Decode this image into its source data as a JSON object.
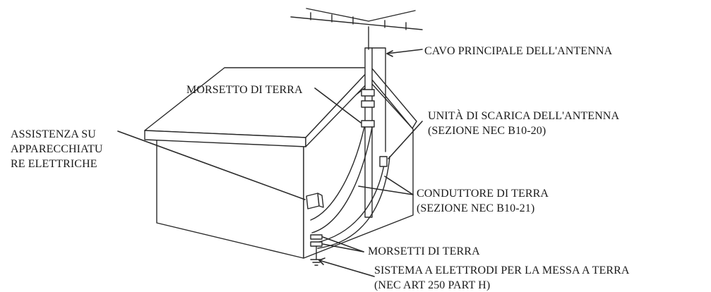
{
  "labels": {
    "main_antenna_lead": "CAVO PRINCIPALE DELL'ANTENNA",
    "ground_clamp": "MORSETTO DI TERRA",
    "discharge_unit": {
      "line1": "UNITÀ DI SCARICA DELL'ANTENNA",
      "line2": "(SEZIONE NEC B10-20)"
    },
    "service_equipment": {
      "line1": "ASSISTENZA SU",
      "line2": "APPARECCHIATU",
      "line3": "RE ELETTRICHE"
    },
    "grounding_conductor": {
      "line1": "CONDUTTORE DI TERRA",
      "line2": "(SEZIONE NEC B10-21)"
    },
    "ground_clamps": "MORSETTI DI TERRA",
    "electrode_system": {
      "line1": "SISTEMA A ELETTRODI PER LA MESSA A TERRA",
      "line2": "(NEC ART 250 PART H)"
    }
  },
  "colors": {
    "line": "#2a2a2a",
    "text": "#1a1a1a",
    "background": "#ffffff"
  }
}
